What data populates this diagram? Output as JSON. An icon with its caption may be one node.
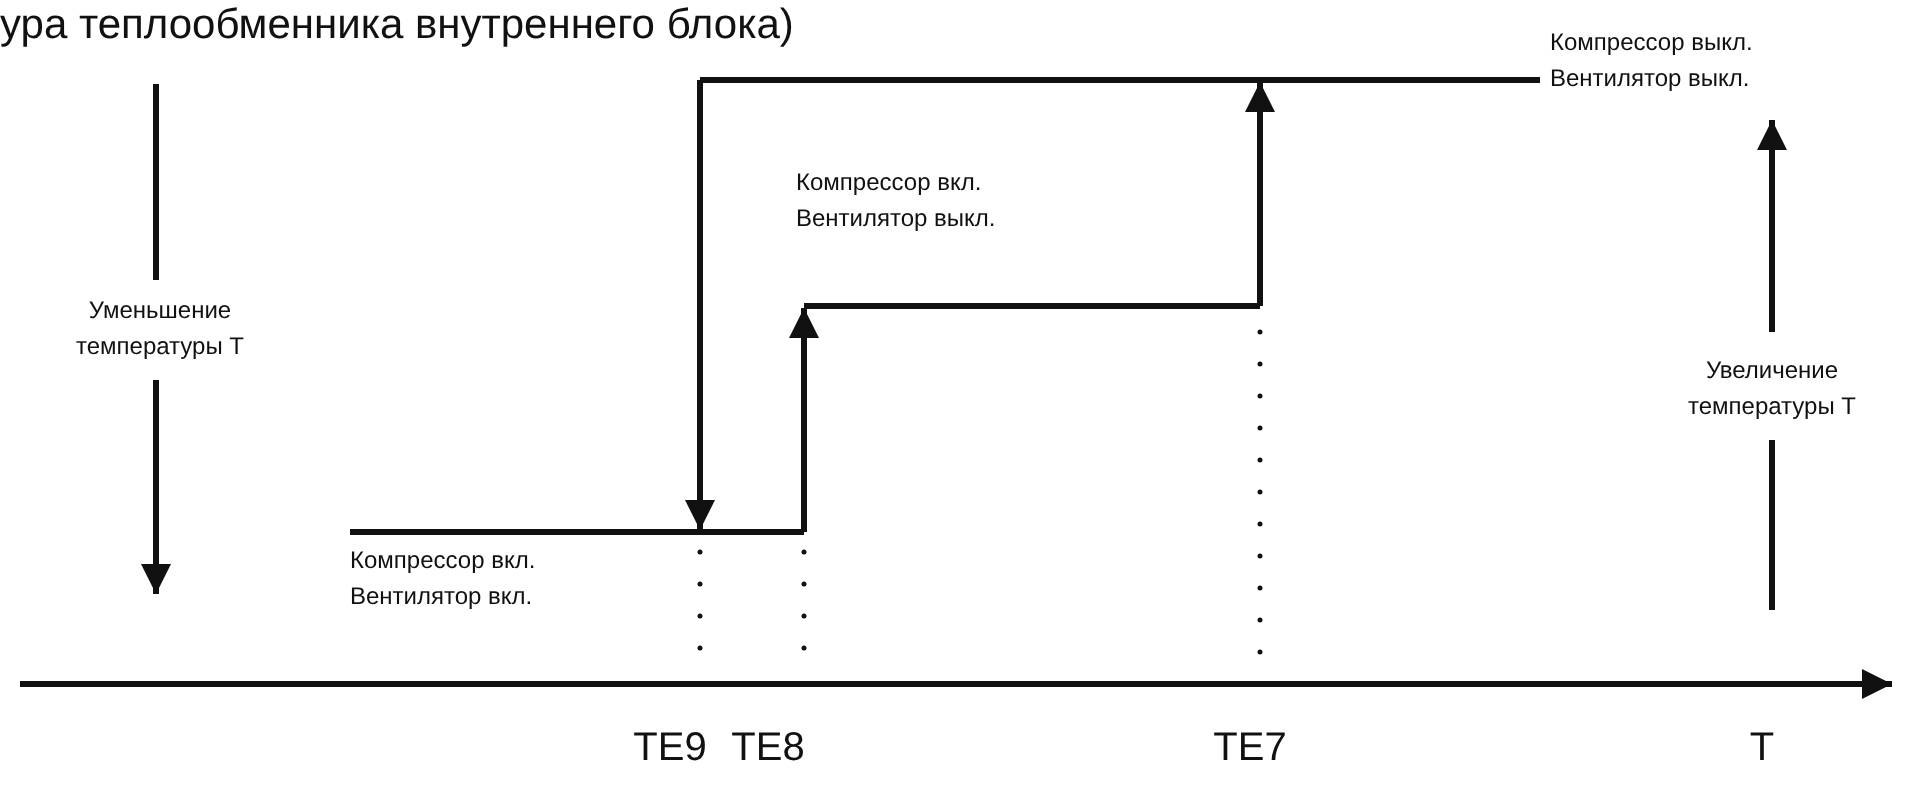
{
  "diagram": {
    "labels": [
      "ура теплообменника внутреннего блока)",
      "Компрессор выкл. Вентилятор выкл.",
      "Компрессор вкл. Вентилятор выкл.",
      "Уменьшение температуры T",
      "Увеличение температуры T",
      "Компрессор вкл. Вентилятор вкл.",
      "TE9",
      "TE8",
      "TE7",
      "T"
    ]
  }
}
